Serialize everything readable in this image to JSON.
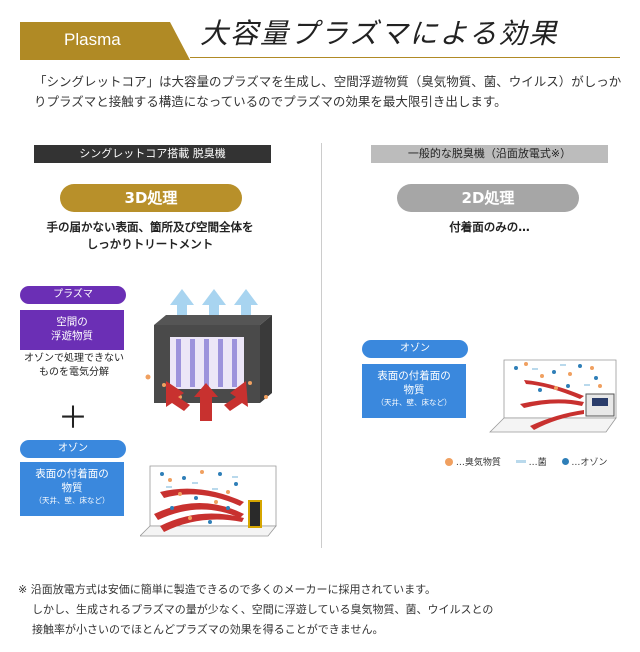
{
  "header": {
    "tag": "Plasma",
    "title": "大容量プラズマによる効果"
  },
  "intro": "「シングレットコア」は大容量のプラズマを生成し、空間浮遊物質（臭気物質、菌、ウイルス）がしっかりプラズマと接触する構造になっているのでプラズマの効果を最大限引き出します。",
  "left": {
    "section_label": "シングレットコア搭載 脱臭機",
    "mode": "3D処理",
    "desc_line1": "手の届かない表面、箇所及び空間全体を",
    "desc_line2": "しっかりトリートメント",
    "plasma_pill": "プラズマ",
    "plasma_box_line1": "空間の",
    "plasma_box_line2": "浮遊物質",
    "plasma_note_line1": "オゾンで処理できない",
    "plasma_note_line2": "ものを電気分解",
    "plus": "＋",
    "ozone_pill": "オゾン",
    "ozone_box_line1": "表面の付着面の",
    "ozone_box_line2": "物質",
    "ozone_box_line3": "（天井、壁、床など）"
  },
  "right": {
    "section_label": "一般的な脱臭機（沿面放電式※）",
    "mode": "2D処理",
    "desc": "付着面のみの…",
    "ozone_pill": "オゾン",
    "ozone_box_line1": "表面の付着面の",
    "ozone_box_line2": "物質",
    "ozone_box_line3": "（天井、壁、床など）"
  },
  "legend": {
    "odor": "…臭気物質",
    "germ": "…菌",
    "ozone": "…オゾン",
    "odor_color": "#f0a060",
    "germ_color": "#b9d9ec",
    "ozone_color": "#2f7fb8"
  },
  "footnote": {
    "line1": "※ 沿面放電方式は安価に簡単に製造できるので多くのメーカーに採用されています。",
    "line2": "しかし、生成されるプラズマの量が少なく、空間に浮遊している臭気物質、菌、ウイルスとの",
    "line3": "接触率が小さいのでほとんどプラズマの効果を得ることができません。"
  },
  "colors": {
    "gold": "#b08a25",
    "purple": "#6b2fb5",
    "blue": "#3a88dd",
    "red_arrow": "#c8312f",
    "blue_arrow": "#a8d4f0"
  }
}
